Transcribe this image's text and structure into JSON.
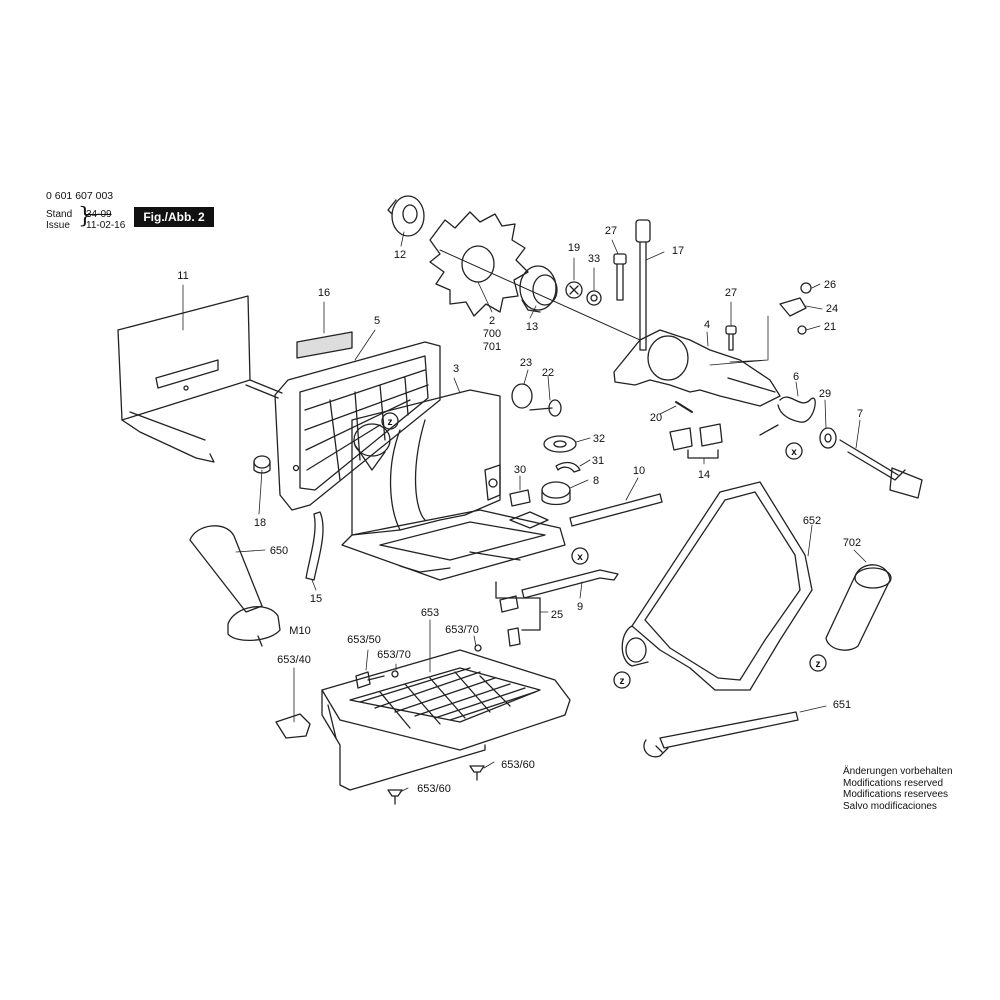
{
  "header": {
    "part_number": "0 601 607 003",
    "stand_label": "Stand",
    "issue_label": "Issue",
    "stand_date_old": "34-09",
    "issue_date": "11-02-16",
    "brace": "}",
    "figure_label": "Fig./Abb. 2"
  },
  "callouts": {
    "c11": "11",
    "c16": "16",
    "c5": "5",
    "c3": "3",
    "c12": "12",
    "c2": "2",
    "c700": "700",
    "c701": "701",
    "c13": "13",
    "c19": "19",
    "c33": "33",
    "c27a": "27",
    "c17": "17",
    "c26": "26",
    "c27b": "27",
    "c24": "24",
    "c21": "21",
    "c4": "4",
    "c6": "6",
    "c29": "29",
    "c7": "7",
    "c23": "23",
    "c22": "22",
    "c32": "32",
    "c31": "31",
    "c30": "30",
    "c8": "8",
    "c10": "10",
    "c20": "20",
    "c14": "14",
    "c18": "18",
    "c650": "650",
    "c15": "15",
    "c25": "25",
    "c9": "9",
    "c652": "652",
    "c702": "702",
    "cM10": "M10",
    "c653_50": "653/50",
    "c653": "653",
    "c653_70a": "653/70",
    "c653_70b": "653/70",
    "c653_40": "653/40",
    "c653_60a": "653/60",
    "c653_60b": "653/60",
    "c651": "651"
  },
  "markers": {
    "z": "z",
    "x": "x"
  },
  "notes": [
    "Änderungen vorbehalten",
    "Modifications reserved",
    "Modifications reservees",
    "Salvo modificaciones"
  ]
}
